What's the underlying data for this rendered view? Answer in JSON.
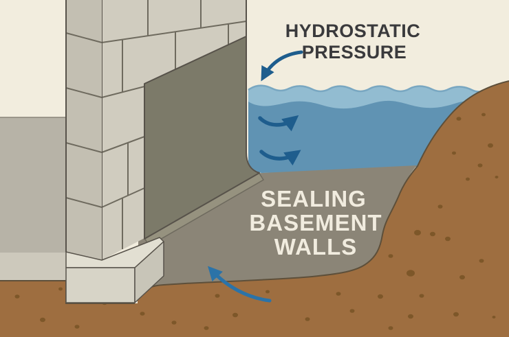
{
  "illustration": {
    "pressure_label": {
      "line1": "HYDROSTATIC",
      "line2": "PRESSURE"
    },
    "main_label": {
      "line1": "SEALING",
      "line2": "BASEMENT",
      "line3": "WALLS"
    }
  },
  "colors": {
    "background_cream": "#f2edde",
    "left_ground": "#b7b3a7",
    "left_ground_light": "#cdc9bc",
    "wall_front": "#d0ccbf",
    "wall_side": "#c3bfb2",
    "mortar_joint": "#6e6a5e",
    "outline_dark": "#57524a",
    "membrane": "#7c7a69",
    "membrane_skirt": "#96927f",
    "excavation_gray": "#8b8577",
    "water": "#6093b3",
    "water_light": "#92bcd1",
    "water_line": "#79a7c1",
    "soil": "#9e6e40",
    "soil_speckle": "#7d5729",
    "soil_outline": "#5d4f3a",
    "footing_top": "#e2dfd2",
    "footing_front": "#d7d4c7",
    "footing_side": "#c8c5b8",
    "arrow_blue": "#1e5d8d",
    "arrow_blue_bright": "#2b73a8",
    "heading_dark": "#3a3a3c",
    "label_cream": "#f1ecdf"
  }
}
